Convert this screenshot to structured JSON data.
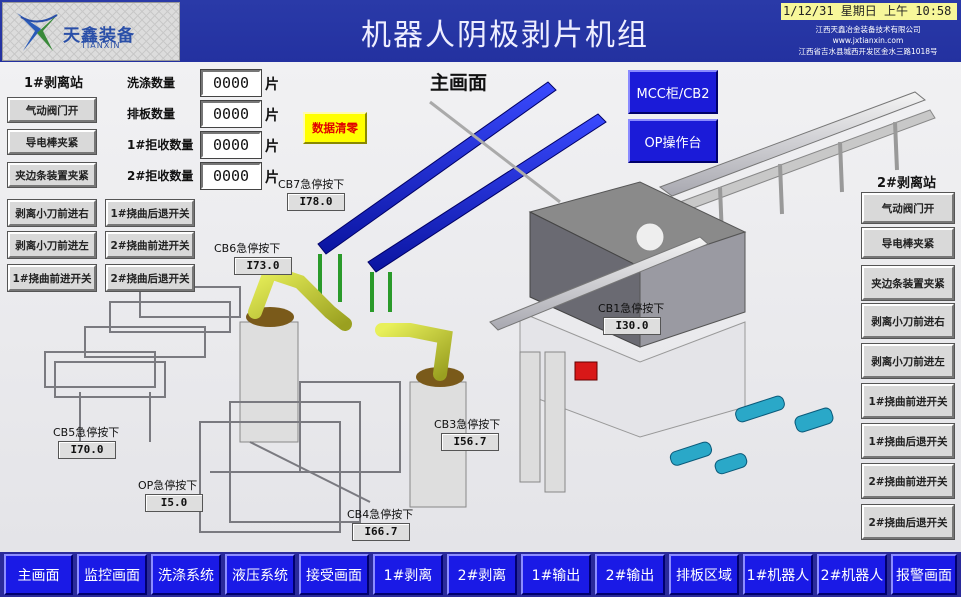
{
  "header": {
    "logo_text": "天鑫装备",
    "logo_sub": "TIANXIN",
    "title": "机器人阴极剥片机组",
    "datetime": "1/12/31 星期日 上午 10:58",
    "company_line1": "江西天鑫冶金装备技术有限公司",
    "company_line2": "www.jxtianxin.com",
    "company_line3": "江西省吉水县城西开发区金水三路1018号"
  },
  "page_title": "主画面",
  "station1": {
    "title": "1#剥离站",
    "buttons": [
      "气动阀门开",
      "导电棒夹紧",
      "夹边条装置夹紧",
      "剥离小刀前进右",
      "剥离小刀前进左",
      "1#挠曲前进开关"
    ],
    "buttons2": [
      "1#挠曲后退开关",
      "2#挠曲前进开关",
      "2#挠曲后退开关"
    ]
  },
  "counters": [
    {
      "label": "洗涤数量",
      "value": "0000",
      "unit": "片"
    },
    {
      "label": "排板数量",
      "value": "0000",
      "unit": "片"
    },
    {
      "label": "1#拒收数量",
      "value": "0000",
      "unit": "片"
    },
    {
      "label": "2#拒收数量",
      "value": "0000",
      "unit": "片"
    }
  ],
  "clear_button": "数据清零",
  "mcc_button": "MCC柜/CB2",
  "op_button": "OP操作台",
  "station2": {
    "title": "2#剥离站",
    "buttons": [
      "气动阀门开",
      "导电棒夹紧",
      "夹边条装置夹紧",
      "剥离小刀前进右",
      "剥离小刀前进左",
      "1#挠曲前进开关",
      "1#挠曲后退开关",
      "2#挠曲前进开关",
      "2#挠曲后退开关"
    ]
  },
  "estops": [
    {
      "label": "CB7急停按下",
      "value": "I78.0"
    },
    {
      "label": "CB6急停按下",
      "value": "I73.0"
    },
    {
      "label": "CB1急停按下",
      "value": "I30.0"
    },
    {
      "label": "CB5急停按下",
      "value": "I70.0"
    },
    {
      "label": "CB3急停按下",
      "value": "I56.7"
    },
    {
      "label": "OP急停按下",
      "value": "I5.0"
    },
    {
      "label": "CB4急停按下",
      "value": "I66.7"
    }
  ],
  "nav": [
    "主画面",
    "监控画面",
    "洗涤系统",
    "液压系统",
    "接受画面",
    "1#剥离",
    "2#剥离",
    "1#输出",
    "2#输出",
    "排板区域",
    "1#机器人",
    "2#机器人",
    "报警画面"
  ]
}
